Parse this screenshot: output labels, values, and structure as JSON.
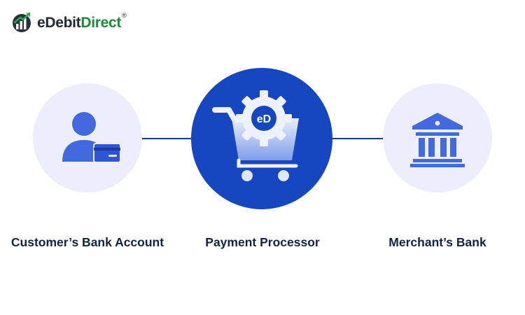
{
  "logo": {
    "name_part1": "eDebit",
    "name_part2": "Direct",
    "registered_mark": "®"
  },
  "colors": {
    "brand_green": "#1e8a3a",
    "primary_blue": "#1646c0",
    "icon_blue": "#3a5fd9",
    "light_circle": "#eceffb",
    "connector": "#1e3a6e",
    "label_text": "#102447"
  },
  "diagram": {
    "nodes": [
      {
        "label": "Customer’s Bank Account",
        "icon": "customer-with-card-icon"
      },
      {
        "label": "Payment Processor",
        "icon": "shopping-cart-gear-icon",
        "badge": "eD"
      },
      {
        "label": "Merchant’s Bank",
        "icon": "bank-building-icon"
      }
    ]
  }
}
